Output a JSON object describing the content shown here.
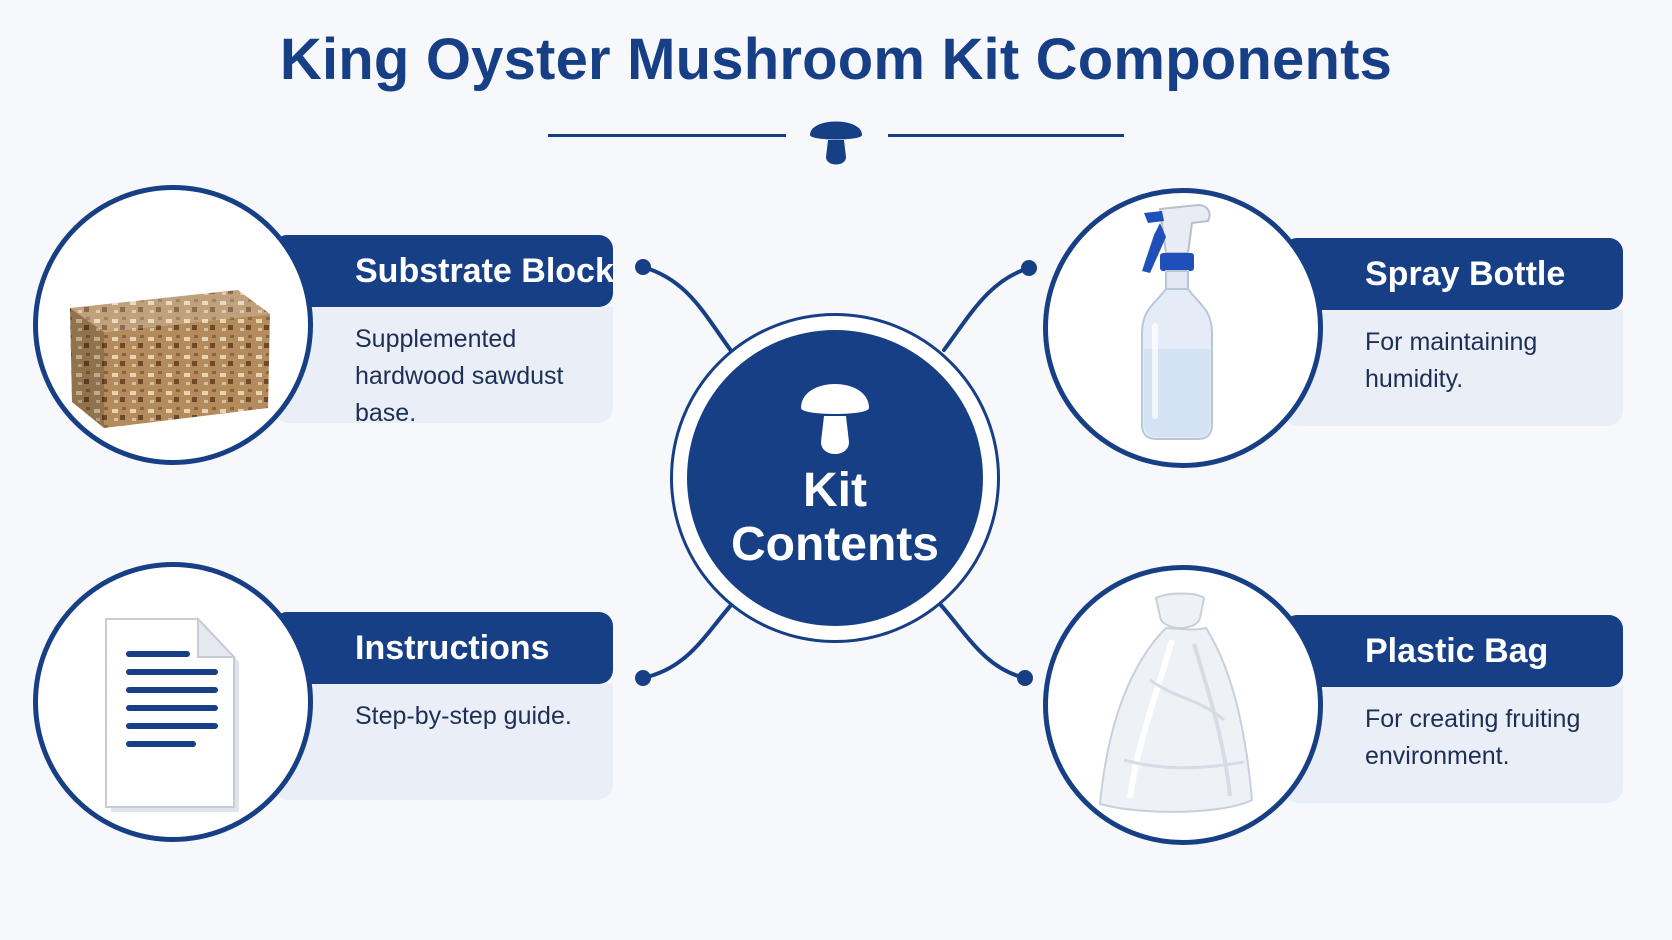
{
  "title": "King Oyster Mushroom Kit Components",
  "hub": {
    "line1": "Kit",
    "line2": "Contents",
    "icon": "mushroom-icon"
  },
  "divider_icon": "mushroom-icon",
  "colors": {
    "primary": "#173f86",
    "panel": "#e9eef7",
    "background": "#f7f8fb",
    "text": "#1d2f55"
  },
  "components": {
    "substrate": {
      "name": "Substrate Block",
      "description": "Supplemented hardwood sawdust base.",
      "icon": "substrate-block-icon"
    },
    "spray": {
      "name": "Spray Bottle",
      "description": "For maintaining humidity.",
      "icon": "spray-bottle-icon"
    },
    "instructions": {
      "name": "Instructions",
      "description": "Step-by-step guide.",
      "icon": "document-icon"
    },
    "bag": {
      "name": "Plastic Bag",
      "description": "For creating fruiting environment.",
      "icon": "plastic-bag-icon"
    }
  }
}
